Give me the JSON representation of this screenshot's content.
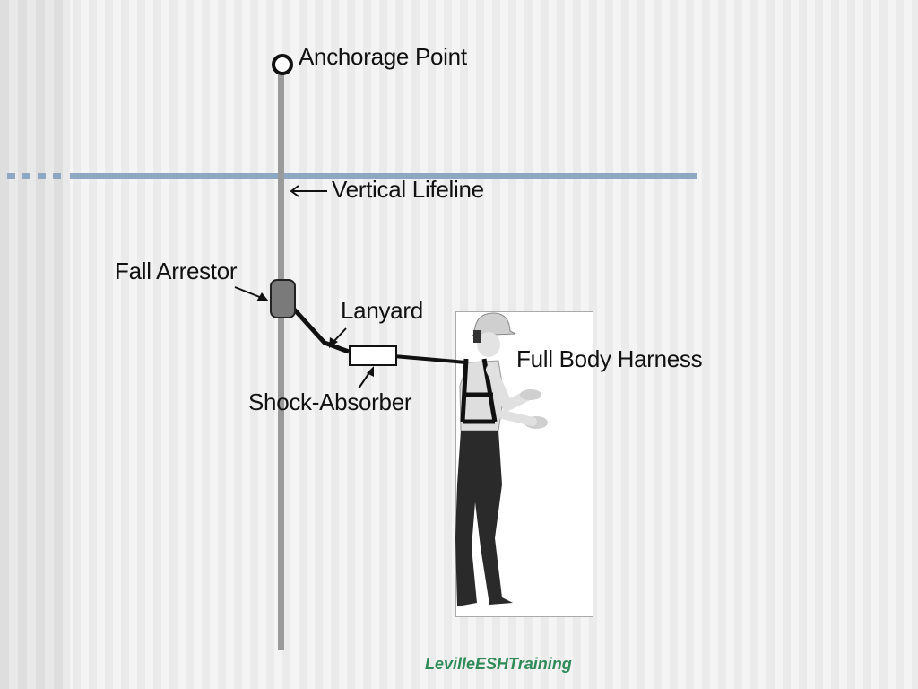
{
  "labels": {
    "anchorage_point": "Anchorage Point",
    "vertical_lifeline": "Vertical Lifeline",
    "fall_arrestor": "Fall Arrestor",
    "lanyard": "Lanyard",
    "full_body_harness": "Full Body Harness",
    "shock_absorber": "Shock-Absorber"
  },
  "footer": "LevilleESHTraining",
  "colors": {
    "lifeline": "#9a9a9a",
    "decor_line": "#8ea8c3",
    "footer": "#2e8b57"
  }
}
